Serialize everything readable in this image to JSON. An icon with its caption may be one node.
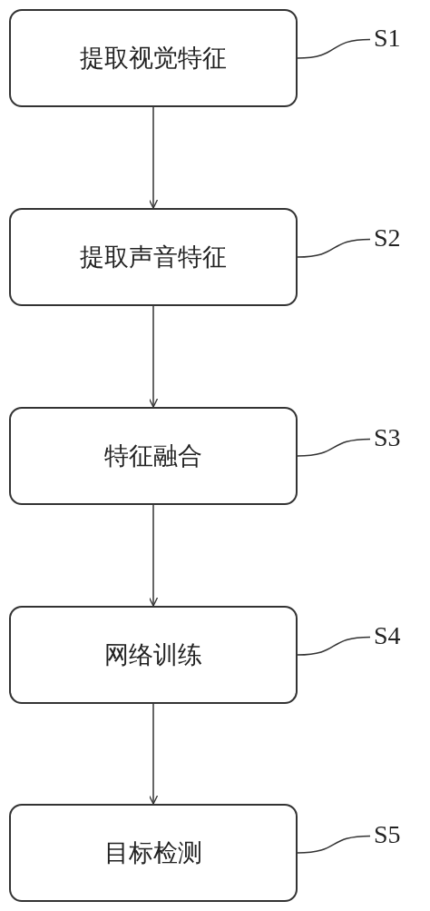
{
  "diagram": {
    "nodes": [
      {
        "text": [
          "提取视觉特征"
        ]
      },
      {
        "text": [
          "S1"
        ]
      },
      {
        "text": [
          "提取声音特征"
        ]
      },
      {
        "text": [
          "S2"
        ]
      },
      {
        "text": [
          "特征融合"
        ]
      },
      {
        "text": [
          "S3"
        ]
      },
      {
        "text": [
          "网络训练"
        ]
      },
      {
        "text": [
          "S4"
        ]
      },
      {
        "text": [
          "目标检测"
        ]
      },
      {
        "text": [
          "S5"
        ]
      }
    ],
    "edges": [
      {
        "from": 0,
        "to": 2,
        "arrow": "to"
      },
      {
        "from": 2,
        "to": 4,
        "arrow": "to"
      },
      {
        "from": 4,
        "to": 6,
        "arrow": "to"
      },
      {
        "from": 6,
        "to": 8,
        "arrow": "to"
      },
      {
        "from": 1,
        "to": 0,
        "arrow": "none"
      },
      {
        "from": 3,
        "to": 2,
        "arrow": "none"
      },
      {
        "from": 5,
        "to": 4,
        "arrow": "none"
      },
      {
        "from": 7,
        "to": 6,
        "arrow": "none"
      },
      {
        "from": 9,
        "to": 8,
        "arrow": "none"
      }
    ]
  }
}
